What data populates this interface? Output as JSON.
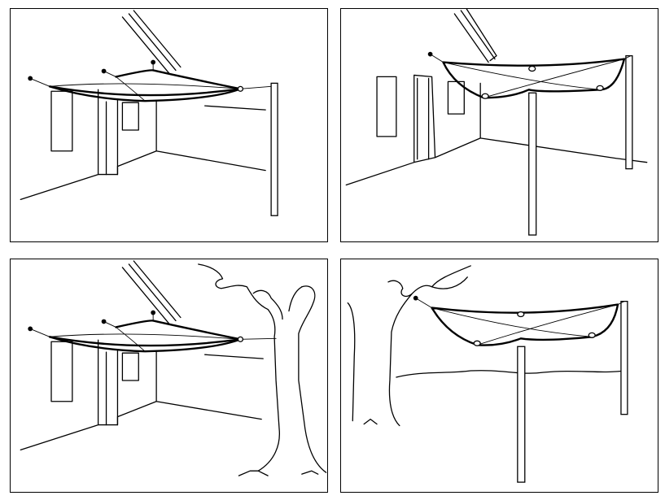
{
  "figure": {
    "panels": [
      {
        "id": "p1",
        "scene": "sail-house-wall-and-post"
      },
      {
        "id": "p2",
        "scene": "sail-house-two-posts"
      },
      {
        "id": "p3",
        "scene": "sail-house-wall-and-tree"
      },
      {
        "id": "p4",
        "scene": "sail-tree-and-two-posts"
      }
    ],
    "colors": {
      "ink": "#000000",
      "paper": "#ffffff"
    }
  }
}
